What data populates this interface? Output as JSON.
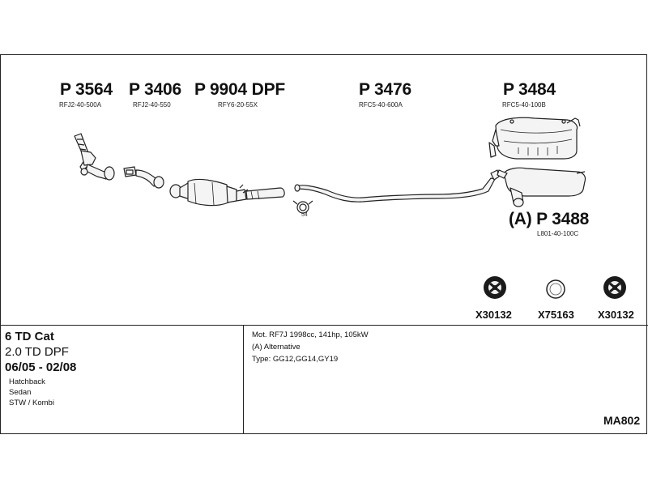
{
  "parts": [
    {
      "number": "P 3564",
      "code": "RFJ2-40-500A"
    },
    {
      "number": "P 3406",
      "code": "RFJ2-40-550"
    },
    {
      "number": "P 9904 DPF",
      "code": "RFY6-20-55X"
    },
    {
      "number": "P 3476",
      "code": "RFC5-40-600A"
    },
    {
      "number": "P 3484",
      "code": "RFC5-40-100B"
    },
    {
      "number": "(A) P 3488",
      "code": "L801-40-100C"
    }
  ],
  "clamp_label": "54",
  "accessories": [
    {
      "code": "X30132",
      "icon": "rubber-hanger-icon"
    },
    {
      "code": "X75163",
      "icon": "ring-gasket-icon"
    },
    {
      "code": "X30132",
      "icon": "rubber-hanger-icon"
    }
  ],
  "vehicle": {
    "title": "6 TD Cat",
    "engine": "2.0 TD DPF",
    "years": "06/05 - 02/08",
    "bodies": [
      "Hatchback",
      "Sedan",
      "STW / Kombi"
    ]
  },
  "motor": {
    "line1": "Mot. RF7J 1998cc, 141hp, 105kW",
    "line2": "(A) Alternative",
    "line3": "Type: GG12,GG14,GY19"
  },
  "reference": "MA802"
}
